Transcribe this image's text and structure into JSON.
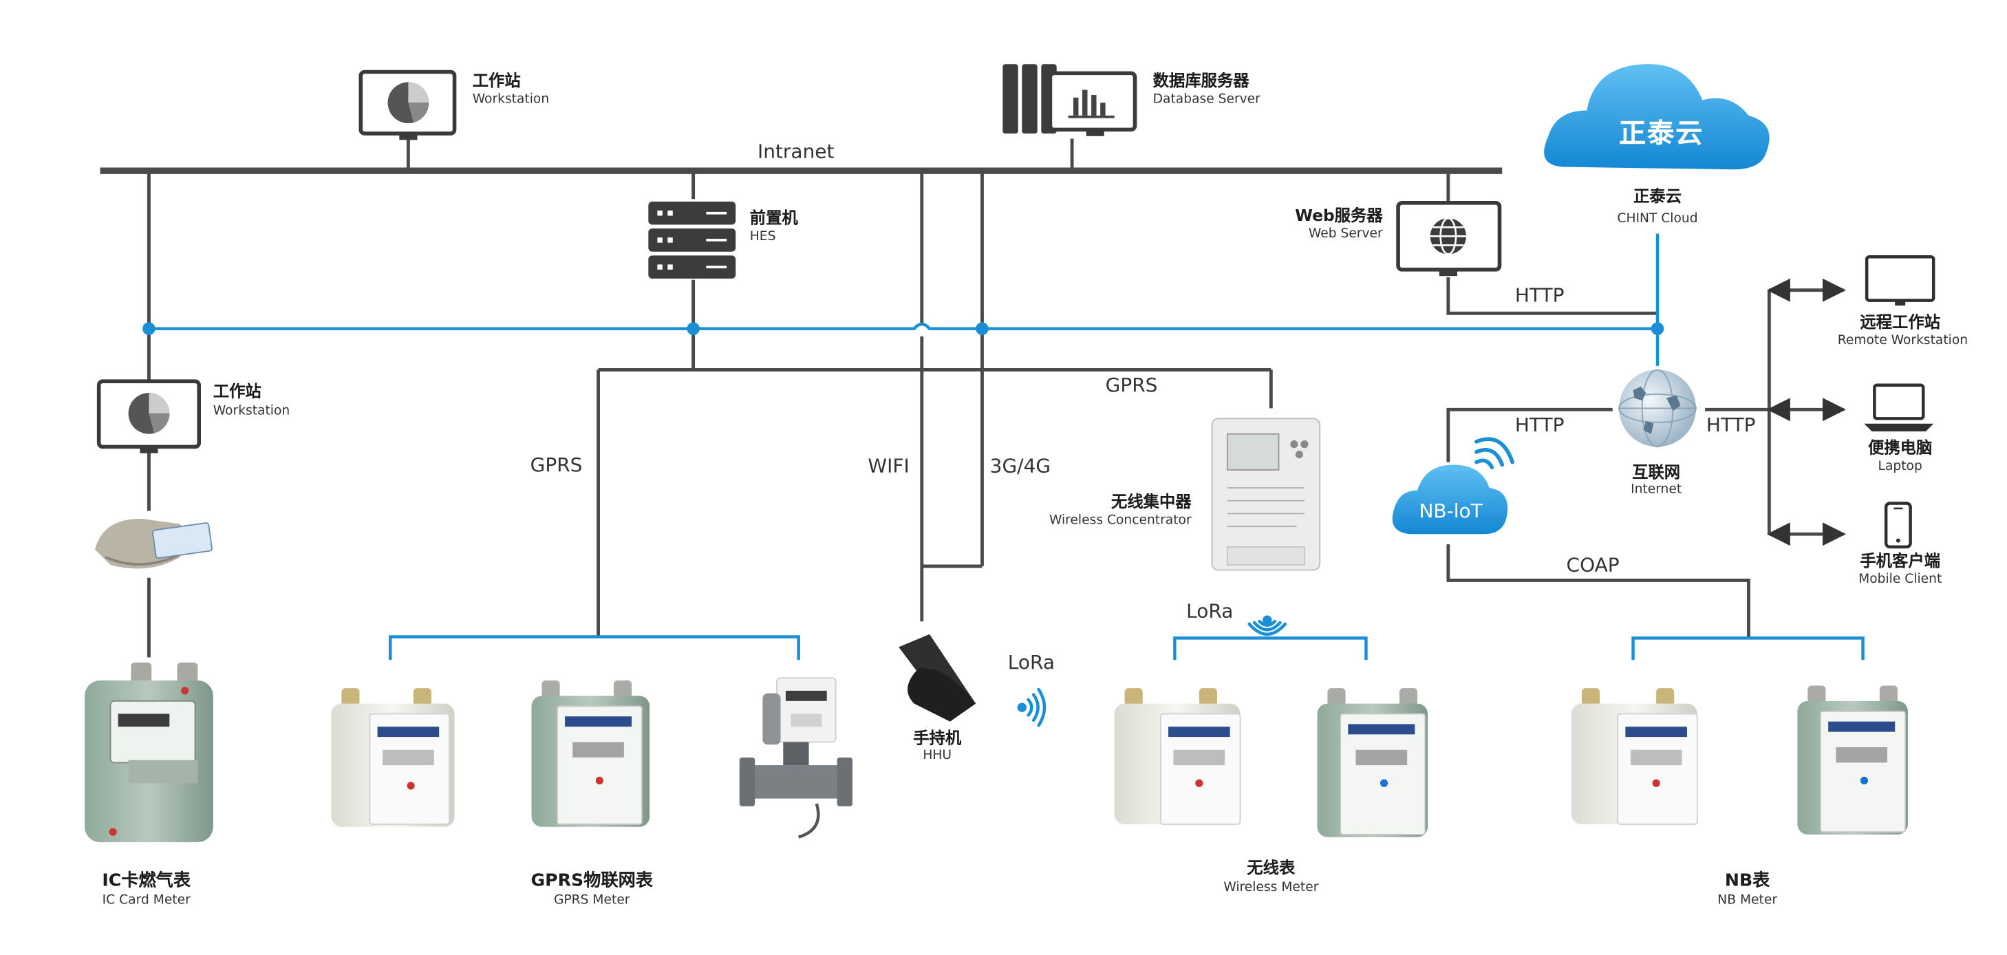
{
  "colors": {
    "wire_dark": "#4a4a4a",
    "wire_blue": "#1a8fd6",
    "cloud_blue": "#2a97e0"
  },
  "network": {
    "intranet": "Intranet"
  },
  "nodes": {
    "workstation_top": {
      "cn": "工作站",
      "en": "Workstation"
    },
    "database_server": {
      "cn": "数据库服务器",
      "en": "Database Server"
    },
    "chint_cloud": {
      "logo": "正泰云",
      "cn": "正泰云",
      "en": "CHINT Cloud"
    },
    "hes": {
      "cn": "前置机",
      "en": "HES"
    },
    "web_server": {
      "cn": "Web服务器",
      "en": "Web Server"
    },
    "workstation_left": {
      "cn": "工作站",
      "en": "Workstation"
    },
    "internet": {
      "cn": "互联网",
      "en": "Internet"
    },
    "nb_iot": {
      "text": "NB-loT"
    },
    "wireless_concentrator": {
      "cn": "无线集中器",
      "en": "Wireless Concentrator"
    },
    "hhu": {
      "cn": "手持机",
      "en": "HHU"
    },
    "remote_workstation": {
      "cn": "远程工作站",
      "en": "Remote Workstation"
    },
    "laptop": {
      "cn": "便携电脑",
      "en": "Laptop"
    },
    "mobile_client": {
      "cn": "手机客户端",
      "en": "Mobile Client"
    }
  },
  "links": {
    "http_web": "HTTP",
    "http_nb": "HTTP",
    "http_clients": "HTTP",
    "gprs_concentrator": "GPRS",
    "gprs_meters": "GPRS",
    "wifi": "WIFI",
    "cellular": "3G/4G",
    "lora_concentrator": "LoRa",
    "lora_hhu": "LoRa",
    "coap": "COAP"
  },
  "meters": {
    "ic_card": {
      "cn": "IC卡燃气表",
      "en": "IC Card Meter"
    },
    "gprs": {
      "cn": "GPRS物联网表",
      "en": "GPRS Meter"
    },
    "wireless": {
      "cn": "无线表",
      "en": "Wireless Meter"
    },
    "nb": {
      "cn": "NB表",
      "en": "NB Meter"
    }
  }
}
